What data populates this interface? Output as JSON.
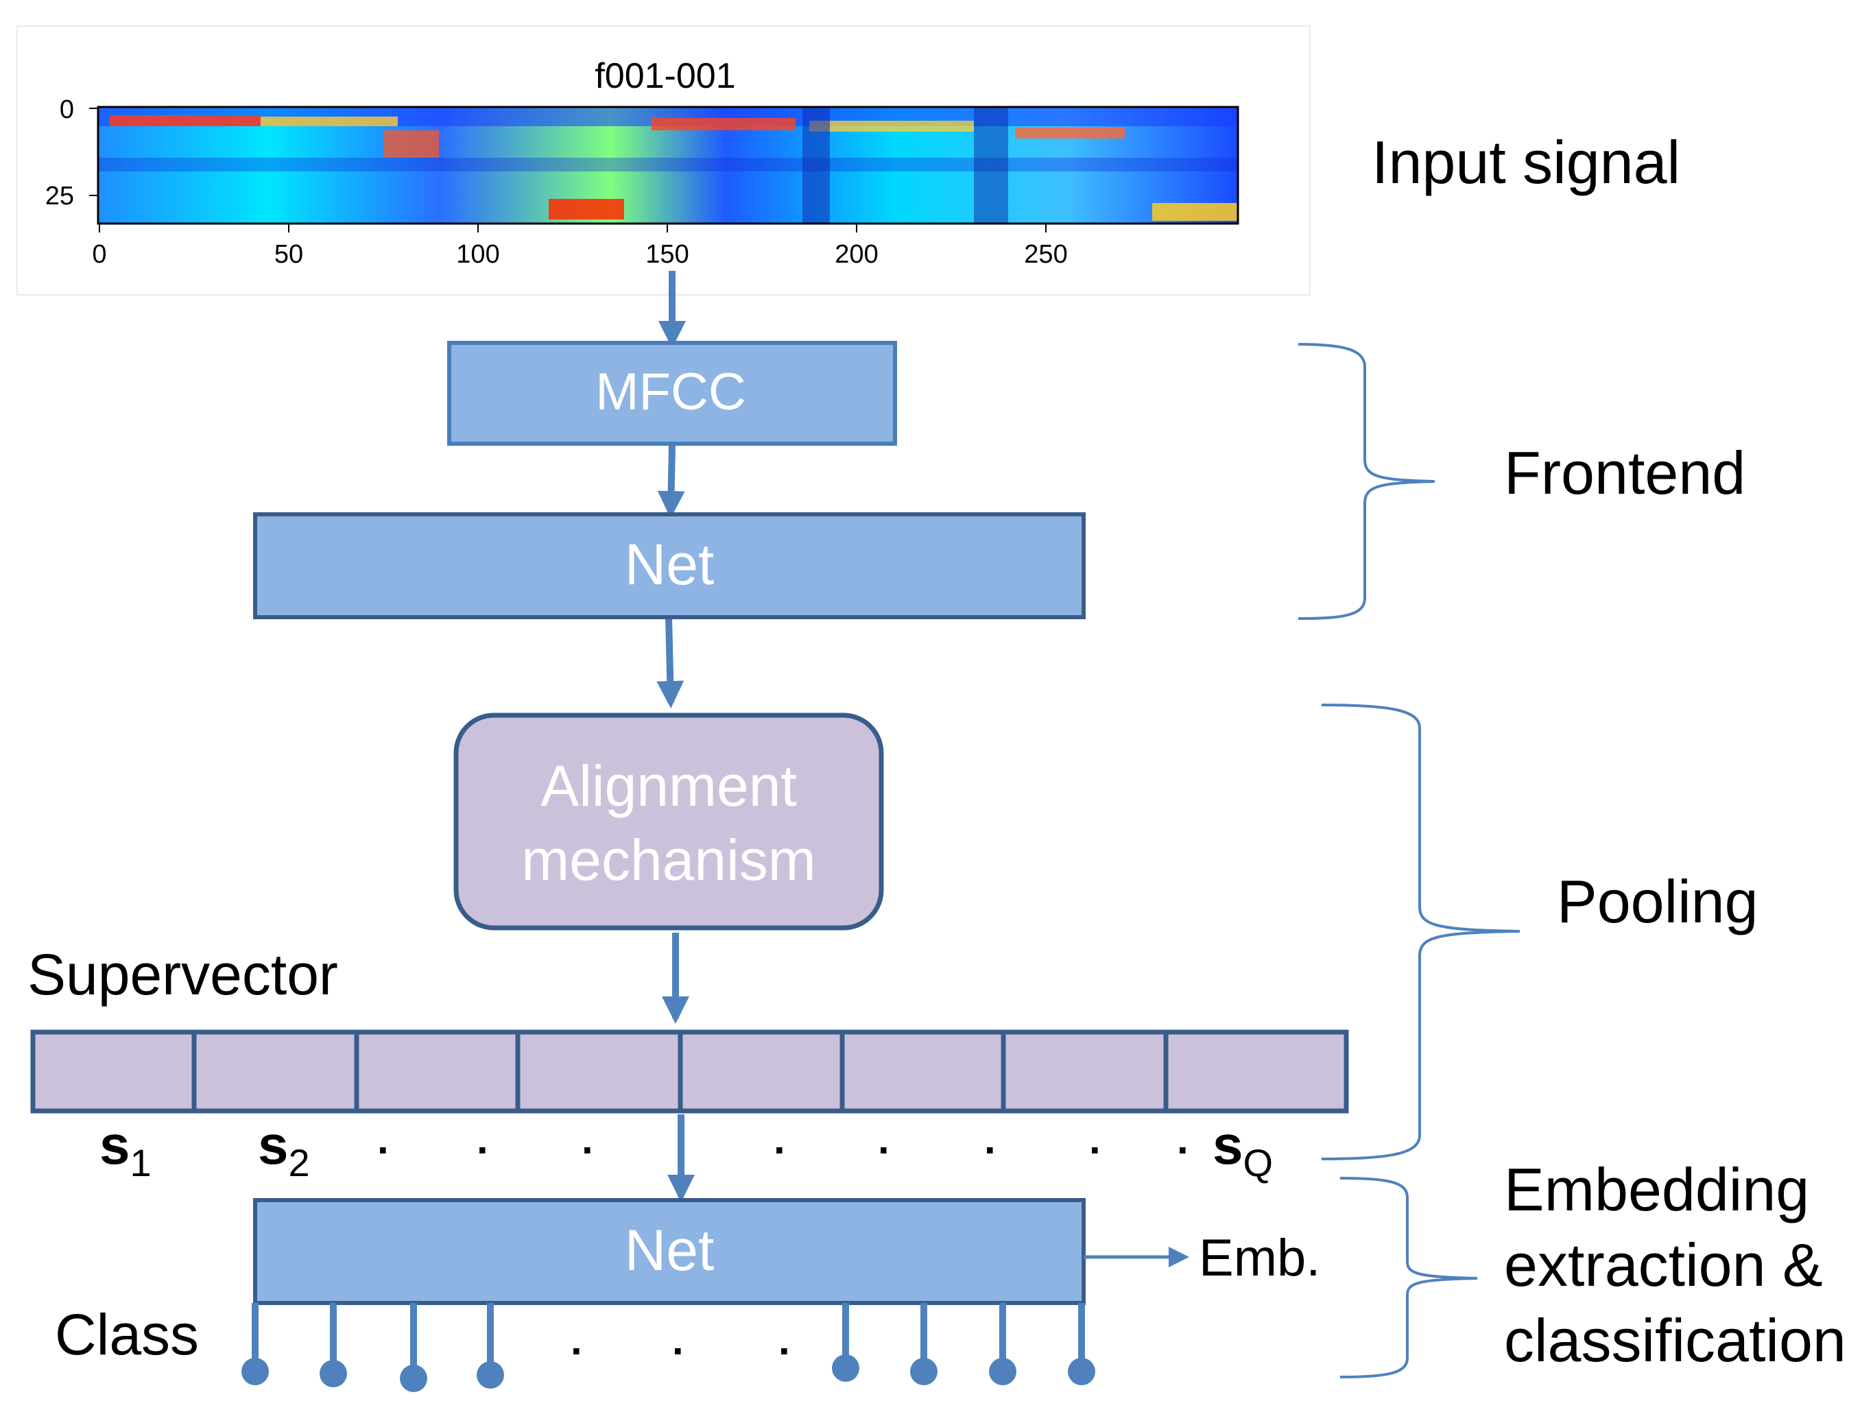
{
  "spectrogram": {
    "title": "f001-001",
    "y_ticks": [
      "0",
      "25"
    ],
    "x_ticks": [
      "0",
      "50",
      "100",
      "150",
      "200",
      "250"
    ]
  },
  "blocks": {
    "mfcc": "MFCC",
    "net_frontend": "Net",
    "alignment_line1": "Alignment",
    "alignment_line2": "mechanism",
    "net_backend": "Net"
  },
  "supervector": {
    "label": "Supervector",
    "s1": {
      "base": "s",
      "sub": "1"
    },
    "s2": {
      "base": "s",
      "sub": "2"
    },
    "sq": {
      "base": "s",
      "sub": "Q"
    },
    "dots": [
      ".",
      ".",
      ".",
      ".",
      ".",
      ".",
      ".",
      "."
    ]
  },
  "class_label": "Class",
  "class_dots": [
    ".",
    ".",
    "."
  ],
  "emb_label": "Emb.",
  "stages": {
    "input": "Input signal",
    "frontend": "Frontend",
    "pooling": "Pooling",
    "embedding_line1": "Embedding",
    "embedding_line2": "extraction &",
    "embedding_line3": "classification"
  },
  "colors": {
    "block_blue": "#8eb4e3",
    "block_border": "#4a7ebb",
    "purple_fill": "#ccc1da",
    "purple_border": "#385d8a",
    "arrow": "#4f81bd"
  }
}
